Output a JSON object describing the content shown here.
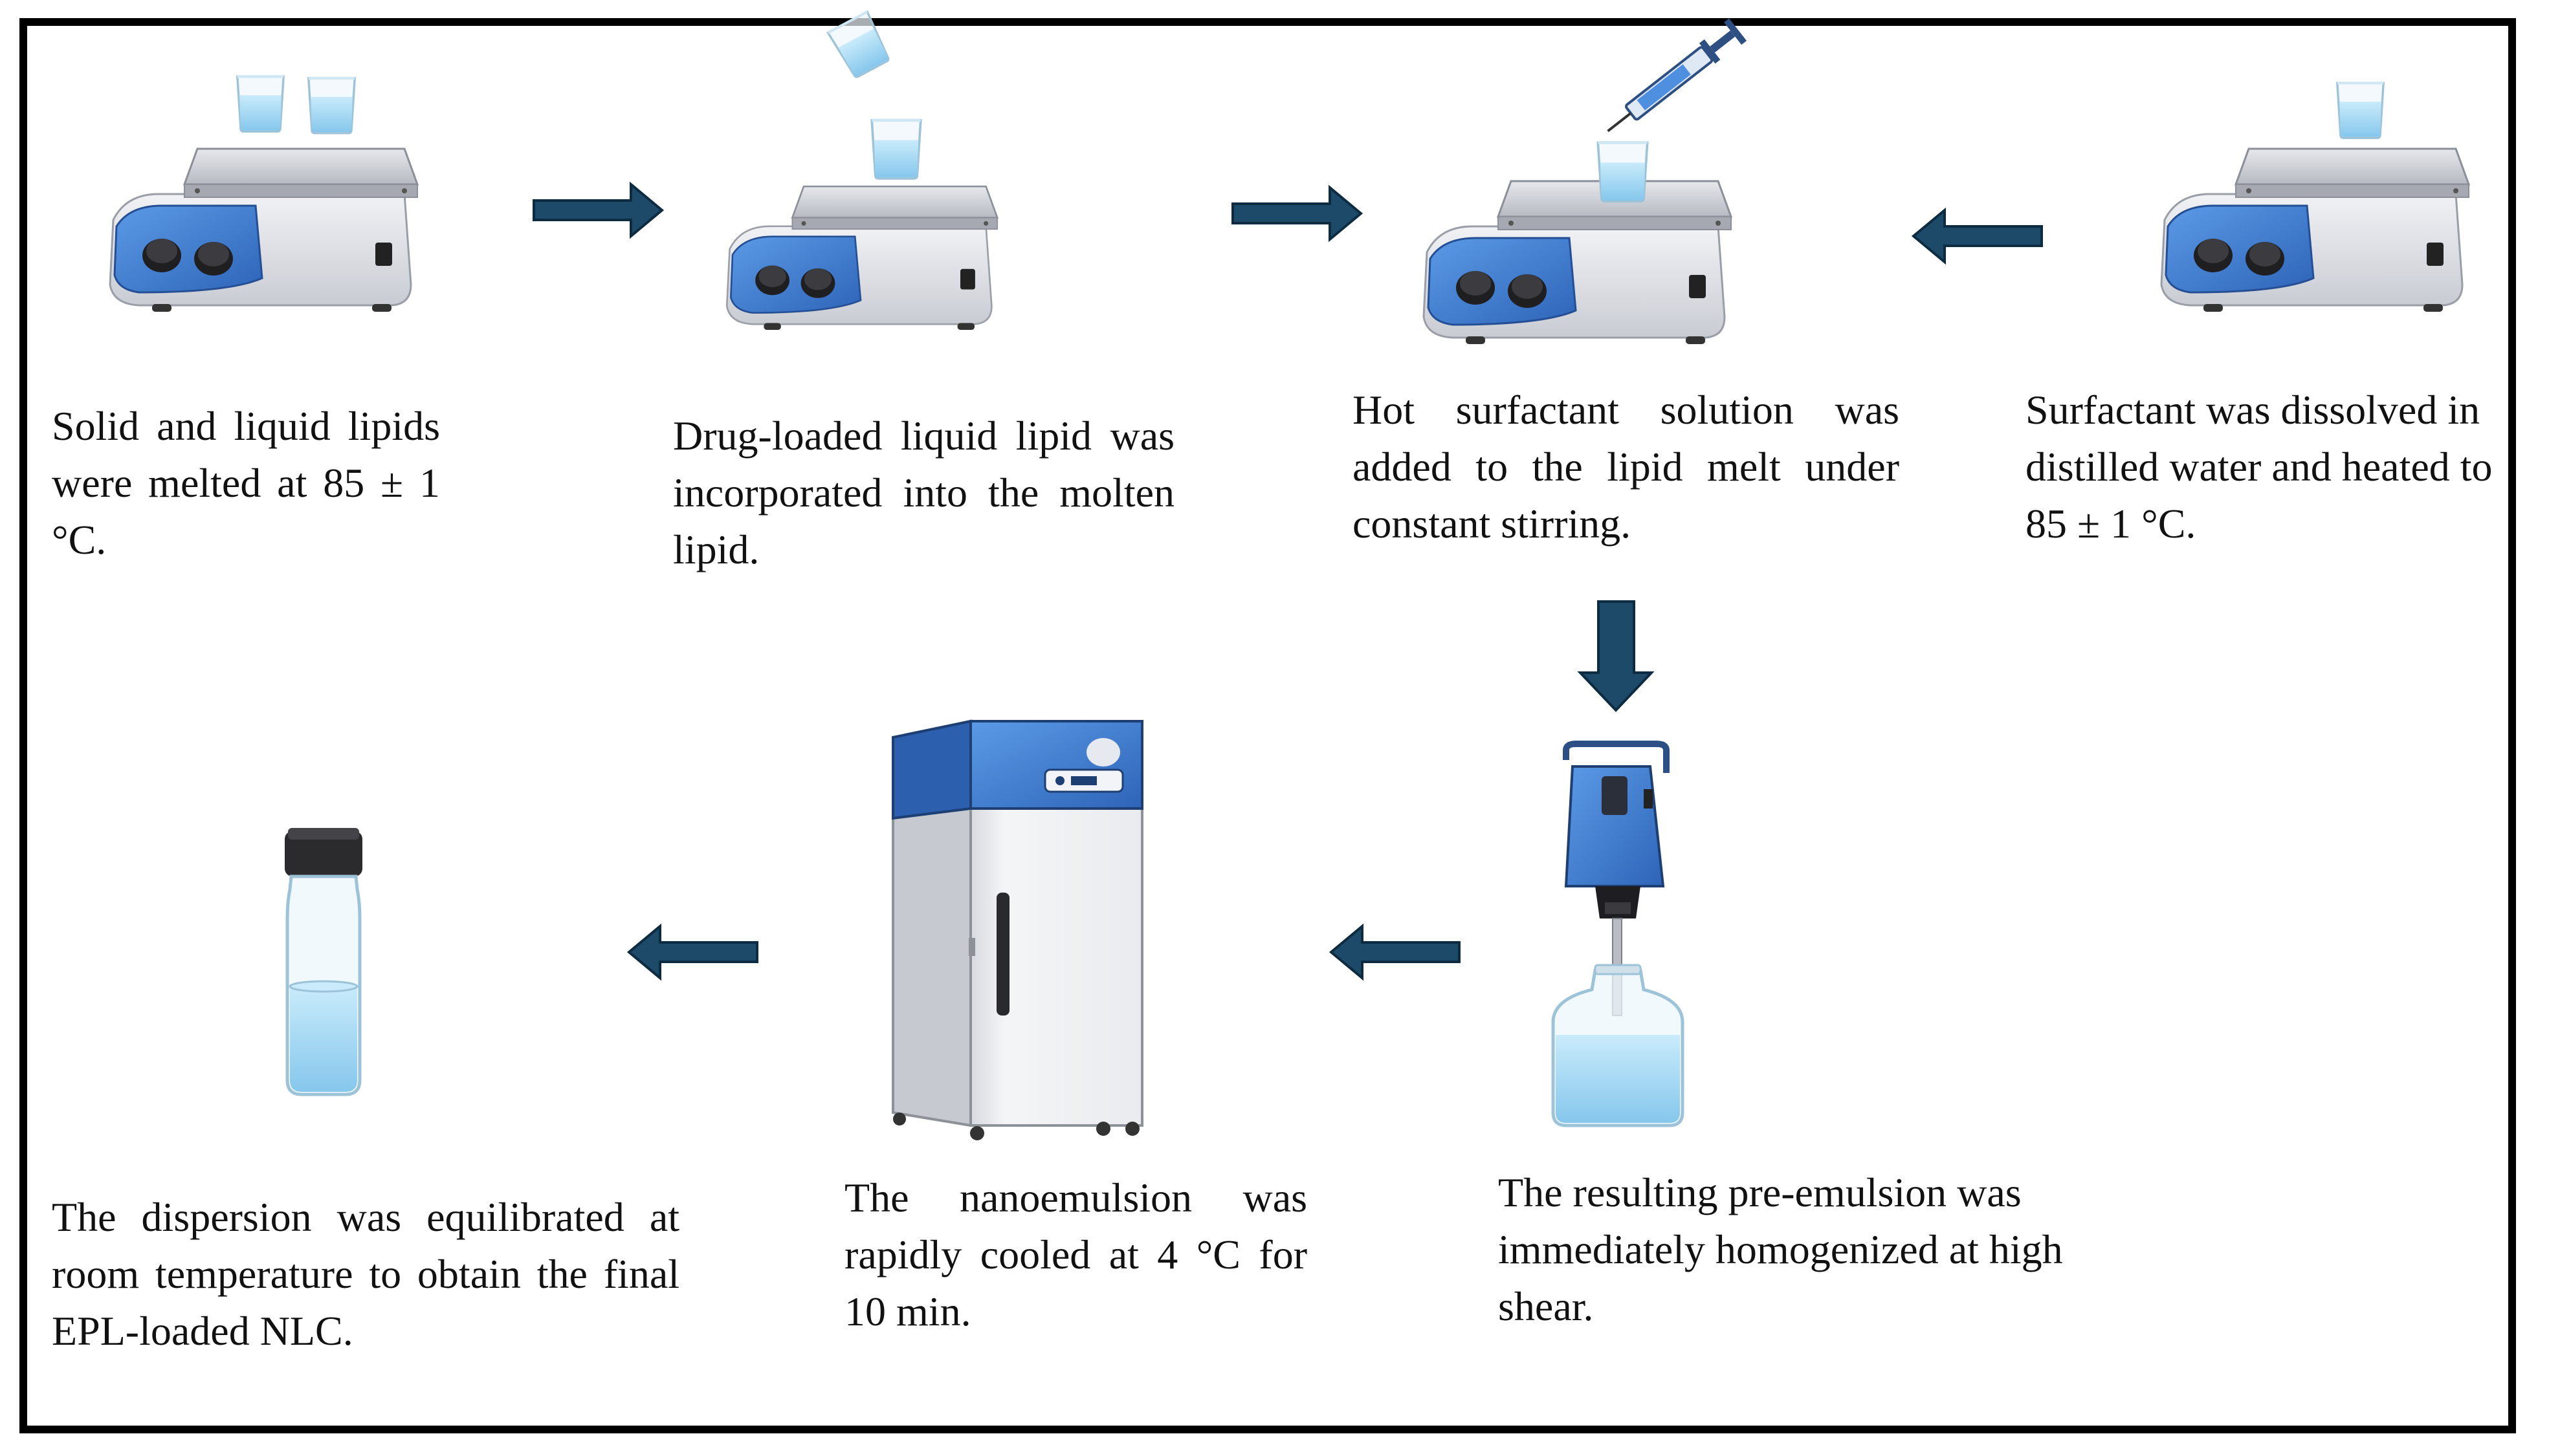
{
  "steps": [
    {
      "id": "step-1",
      "icon": "hot-plate-two-beakers-icon",
      "text": "Solid and liquid lipids were melted at 85 ± 1 °C."
    },
    {
      "id": "step-2",
      "icon": "hot-plate-pouring-beaker-icon",
      "text": "Drug-loaded liquid lipid was incorporated into the molten lipid."
    },
    {
      "id": "step-3",
      "icon": "hot-plate-syringe-icon",
      "text": "Hot surfactant solution was added to the lipid melt under constant stirring."
    },
    {
      "id": "step-4",
      "icon": "hot-plate-beaker-icon",
      "text": "Surfactant was dissolved in distilled water and heated to 85 ± 1 °C."
    },
    {
      "id": "step-5",
      "icon": "homogenizer-bottle-icon",
      "text": "The resulting pre-emulsion was immediately homogenized at high shear."
    },
    {
      "id": "step-6",
      "icon": "refrigerator-icon",
      "text": "The nanoemulsion was rapidly cooled at 4 °C for 10 min."
    },
    {
      "id": "step-7",
      "icon": "vial-icon",
      "text": "The dispersion was equilibrated at room temperature to obtain the final EPL-loaded NLC."
    }
  ],
  "colors": {
    "arrow": "#1d4a68",
    "panel_blue": "#3f7fd0",
    "body_gray": "#e4e6ea",
    "liquid": "#a9d9f2"
  }
}
